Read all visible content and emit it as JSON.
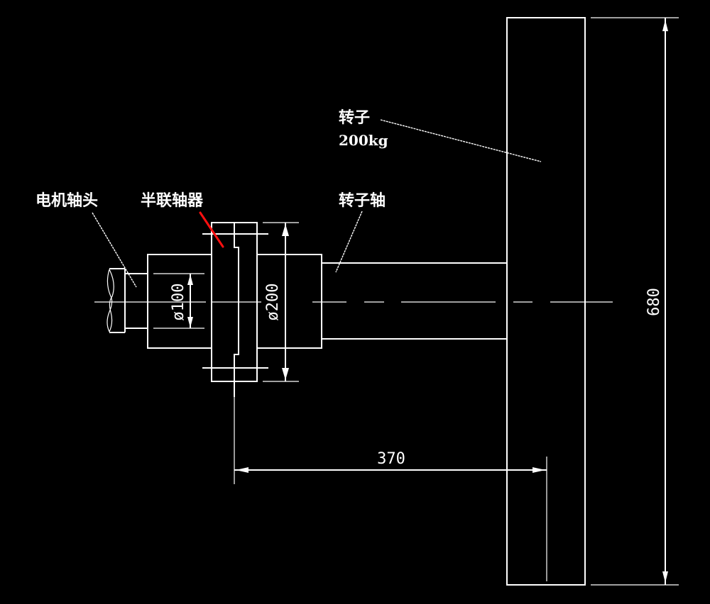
{
  "drawing": {
    "background": "#000000",
    "line_color": "#ffffff",
    "highlight_color": "#ff1010"
  },
  "labels": {
    "motor_shaft": "电机轴头",
    "half_coupling": "半联轴器",
    "rotor_shaft": "转子轴",
    "rotor": "转子",
    "rotor_mass": "200kg"
  },
  "dimensions": {
    "shaft_diameter": "ø100",
    "coupling_diameter": "ø200",
    "overhang_length": "370",
    "rotor_height": "680"
  }
}
